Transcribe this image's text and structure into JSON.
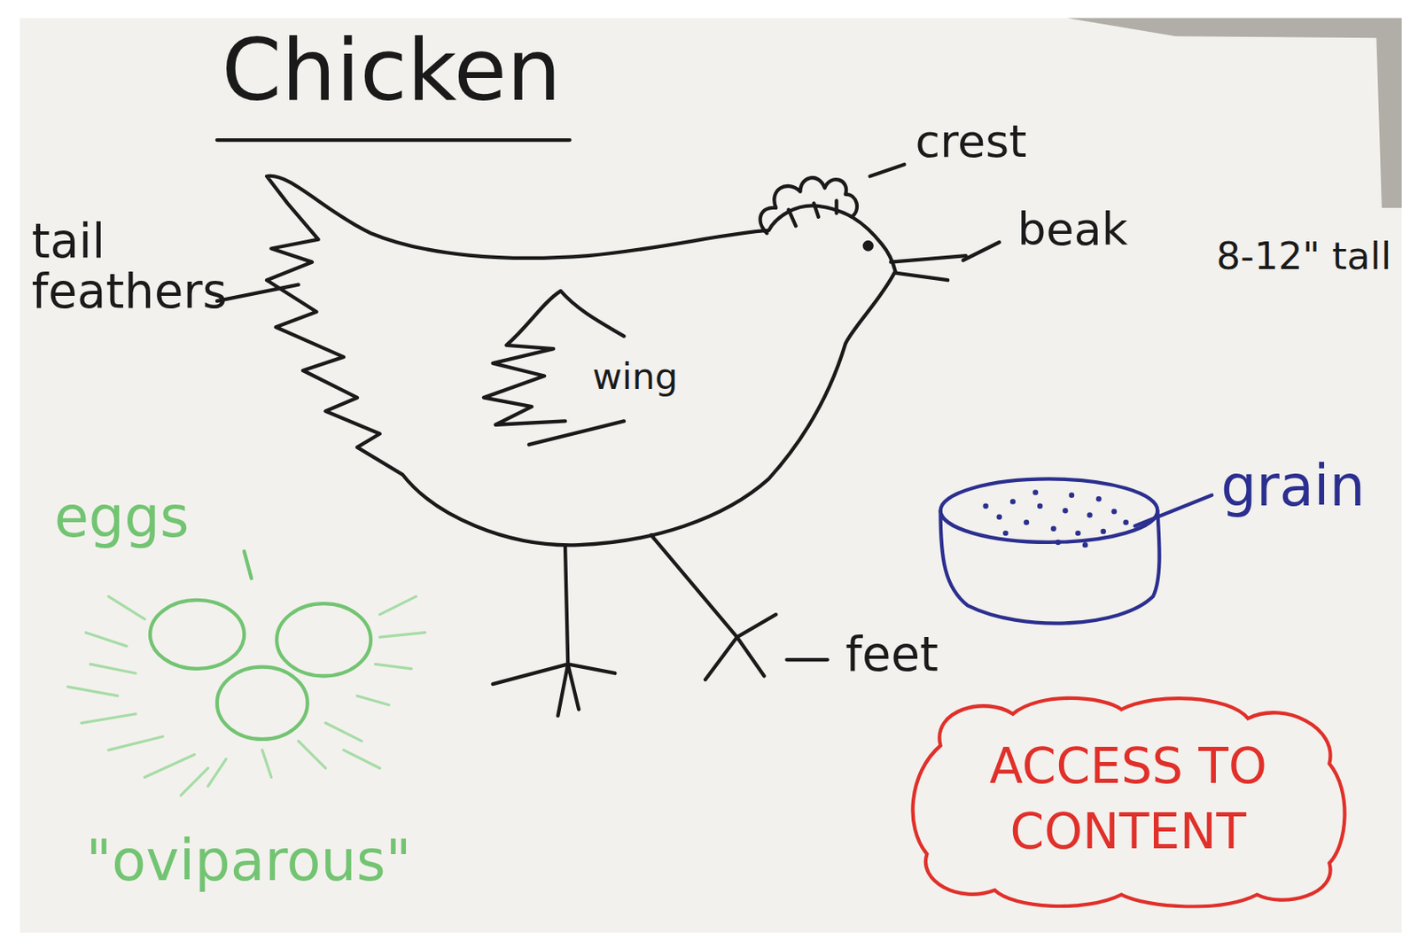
{
  "diagram": {
    "title": "Chicken",
    "nodes": [
      {
        "text": [
          "ACCESS TO CONTENT"
        ]
      }
    ],
    "labels": [
      "crest",
      "tail feathers",
      "beak",
      "8-12\" tall",
      "wing",
      "eggs",
      "grain",
      "feet",
      "\"oviparous\""
    ]
  }
}
